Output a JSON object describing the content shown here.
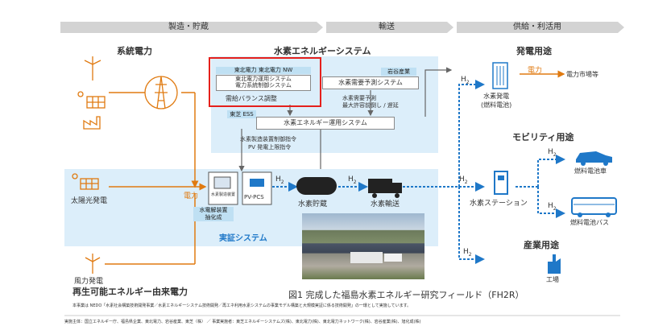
{
  "bands": {
    "manufacturing": "製造・貯蔵",
    "transport": "輸送",
    "supply": "供給・利活用"
  },
  "headers": {
    "grid_power": "系統電力",
    "h2_system": "水素エネルギーシステム",
    "power_use": "発電用途",
    "mobility_use": "モビリティ用途",
    "industry_use": "産業用途",
    "renewable_title": "再生可能エネルギー由来電力",
    "demo_system": "実証システム"
  },
  "boxes": {
    "tohoku_tag": "東北電力 東北電力 NW",
    "tohoku_line1": "東北電力運用システム",
    "tohoku_line2": "電力系統制御システム",
    "balance": "需給バランス調整",
    "iwatani_tag": "岩谷産業",
    "demand_system": "水素需要予測システム",
    "toshiba_tag": "東芝 ESS",
    "ops_system": "水素エネルギー運用システム",
    "forecast_line1": "水素需要予測",
    "forecast_line2": "最大許容前倒し / 遅延",
    "command_line1": "水素製造装置制御指令",
    "command_line2": "PV 発電上限指令",
    "electrolyzer": "水素製造装置",
    "pvpcs": "PV-PCS",
    "electrolyzer_tag_1": "水電解装置",
    "electrolyzer_tag_2": "抽化成"
  },
  "labels": {
    "solar": "太陽光発電",
    "wind": "風力発電",
    "power1": "電力",
    "power2": "電力",
    "h2": "H",
    "h2_sub": "2",
    "storage": "水素貯蔵",
    "transport": "水素輸送",
    "station": "水素ステーション",
    "fuelcell_gen_1": "水素発電",
    "fuelcell_gen_2": "(燃料電池)",
    "market": "電力市場等",
    "fcv": "燃料電池車",
    "fcbus": "燃料電池バス",
    "factory": "工場"
  },
  "caption": "図1  完成した福島水素エネルギー研究フィールド（FH2R）",
  "footnote1": "本事業は NEDO「水素社会構築技術開発事業／水素エネルギーシステム技術開発／再エネ利用水素システムの事業モデル構築と大規模実証に係る技術開発」の一環として実施しています。",
  "footnote2": "実施主体：国立エネルギー庁、福島県企業、東北電力、岩谷産業、東芝（株）  ／  事業実施者：東芝エネルギーシステムズ(株)、東北電力(株)、東北電力ネットワーク(株)、岩谷産業(株)、旭化成(株)",
  "colors": {
    "orange": "#e07a10",
    "blue": "#1f78c8",
    "panel": "#dceefa",
    "red": "#e5201c",
    "band": "#d3d3d3"
  }
}
